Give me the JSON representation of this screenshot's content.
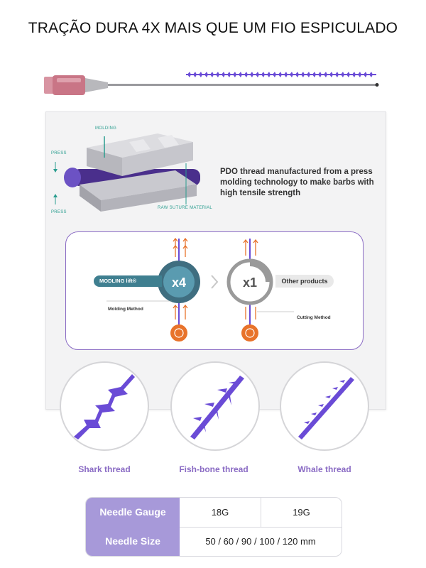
{
  "headline": "TRAÇÃO DURA 4X MAIS QUE UM FIO  ESPICULADO",
  "colors": {
    "purple": "#6a4bd6",
    "teal": "#2a9d8f",
    "needle_hub": "#c97586",
    "header_purple": "#a799d9",
    "orange": "#e8732b"
  },
  "molding_diagram": {
    "labels": {
      "molding": "MOLDING",
      "press_top": "PRESS",
      "press_bottom": "PRESS",
      "raw": "RAW SUTURE MATERIAL"
    },
    "description": "PDO thread manufactured from a press molding technology to make barbs with high tensile strength"
  },
  "comparison": {
    "brand": "MODLING lift®",
    "brand_multiplier": "x4",
    "other_multiplier": "x1",
    "other_label": "Other products",
    "molding_method": "Molding Method",
    "cutting_method": "Cutting Method"
  },
  "threads": [
    {
      "name": "Shark thread",
      "icon": "shark-thread-icon"
    },
    {
      "name": "Fish-bone thread",
      "icon": "fish-bone-thread-icon"
    },
    {
      "name": "Whale thread",
      "icon": "whale-thread-icon"
    }
  ],
  "specs": {
    "gauge_label": "Needle Gauge",
    "gauge_values": [
      "18G",
      "19G"
    ],
    "size_label": "Needle Size",
    "size_value": "50 / 60 / 90 / 100 / 120 mm"
  }
}
